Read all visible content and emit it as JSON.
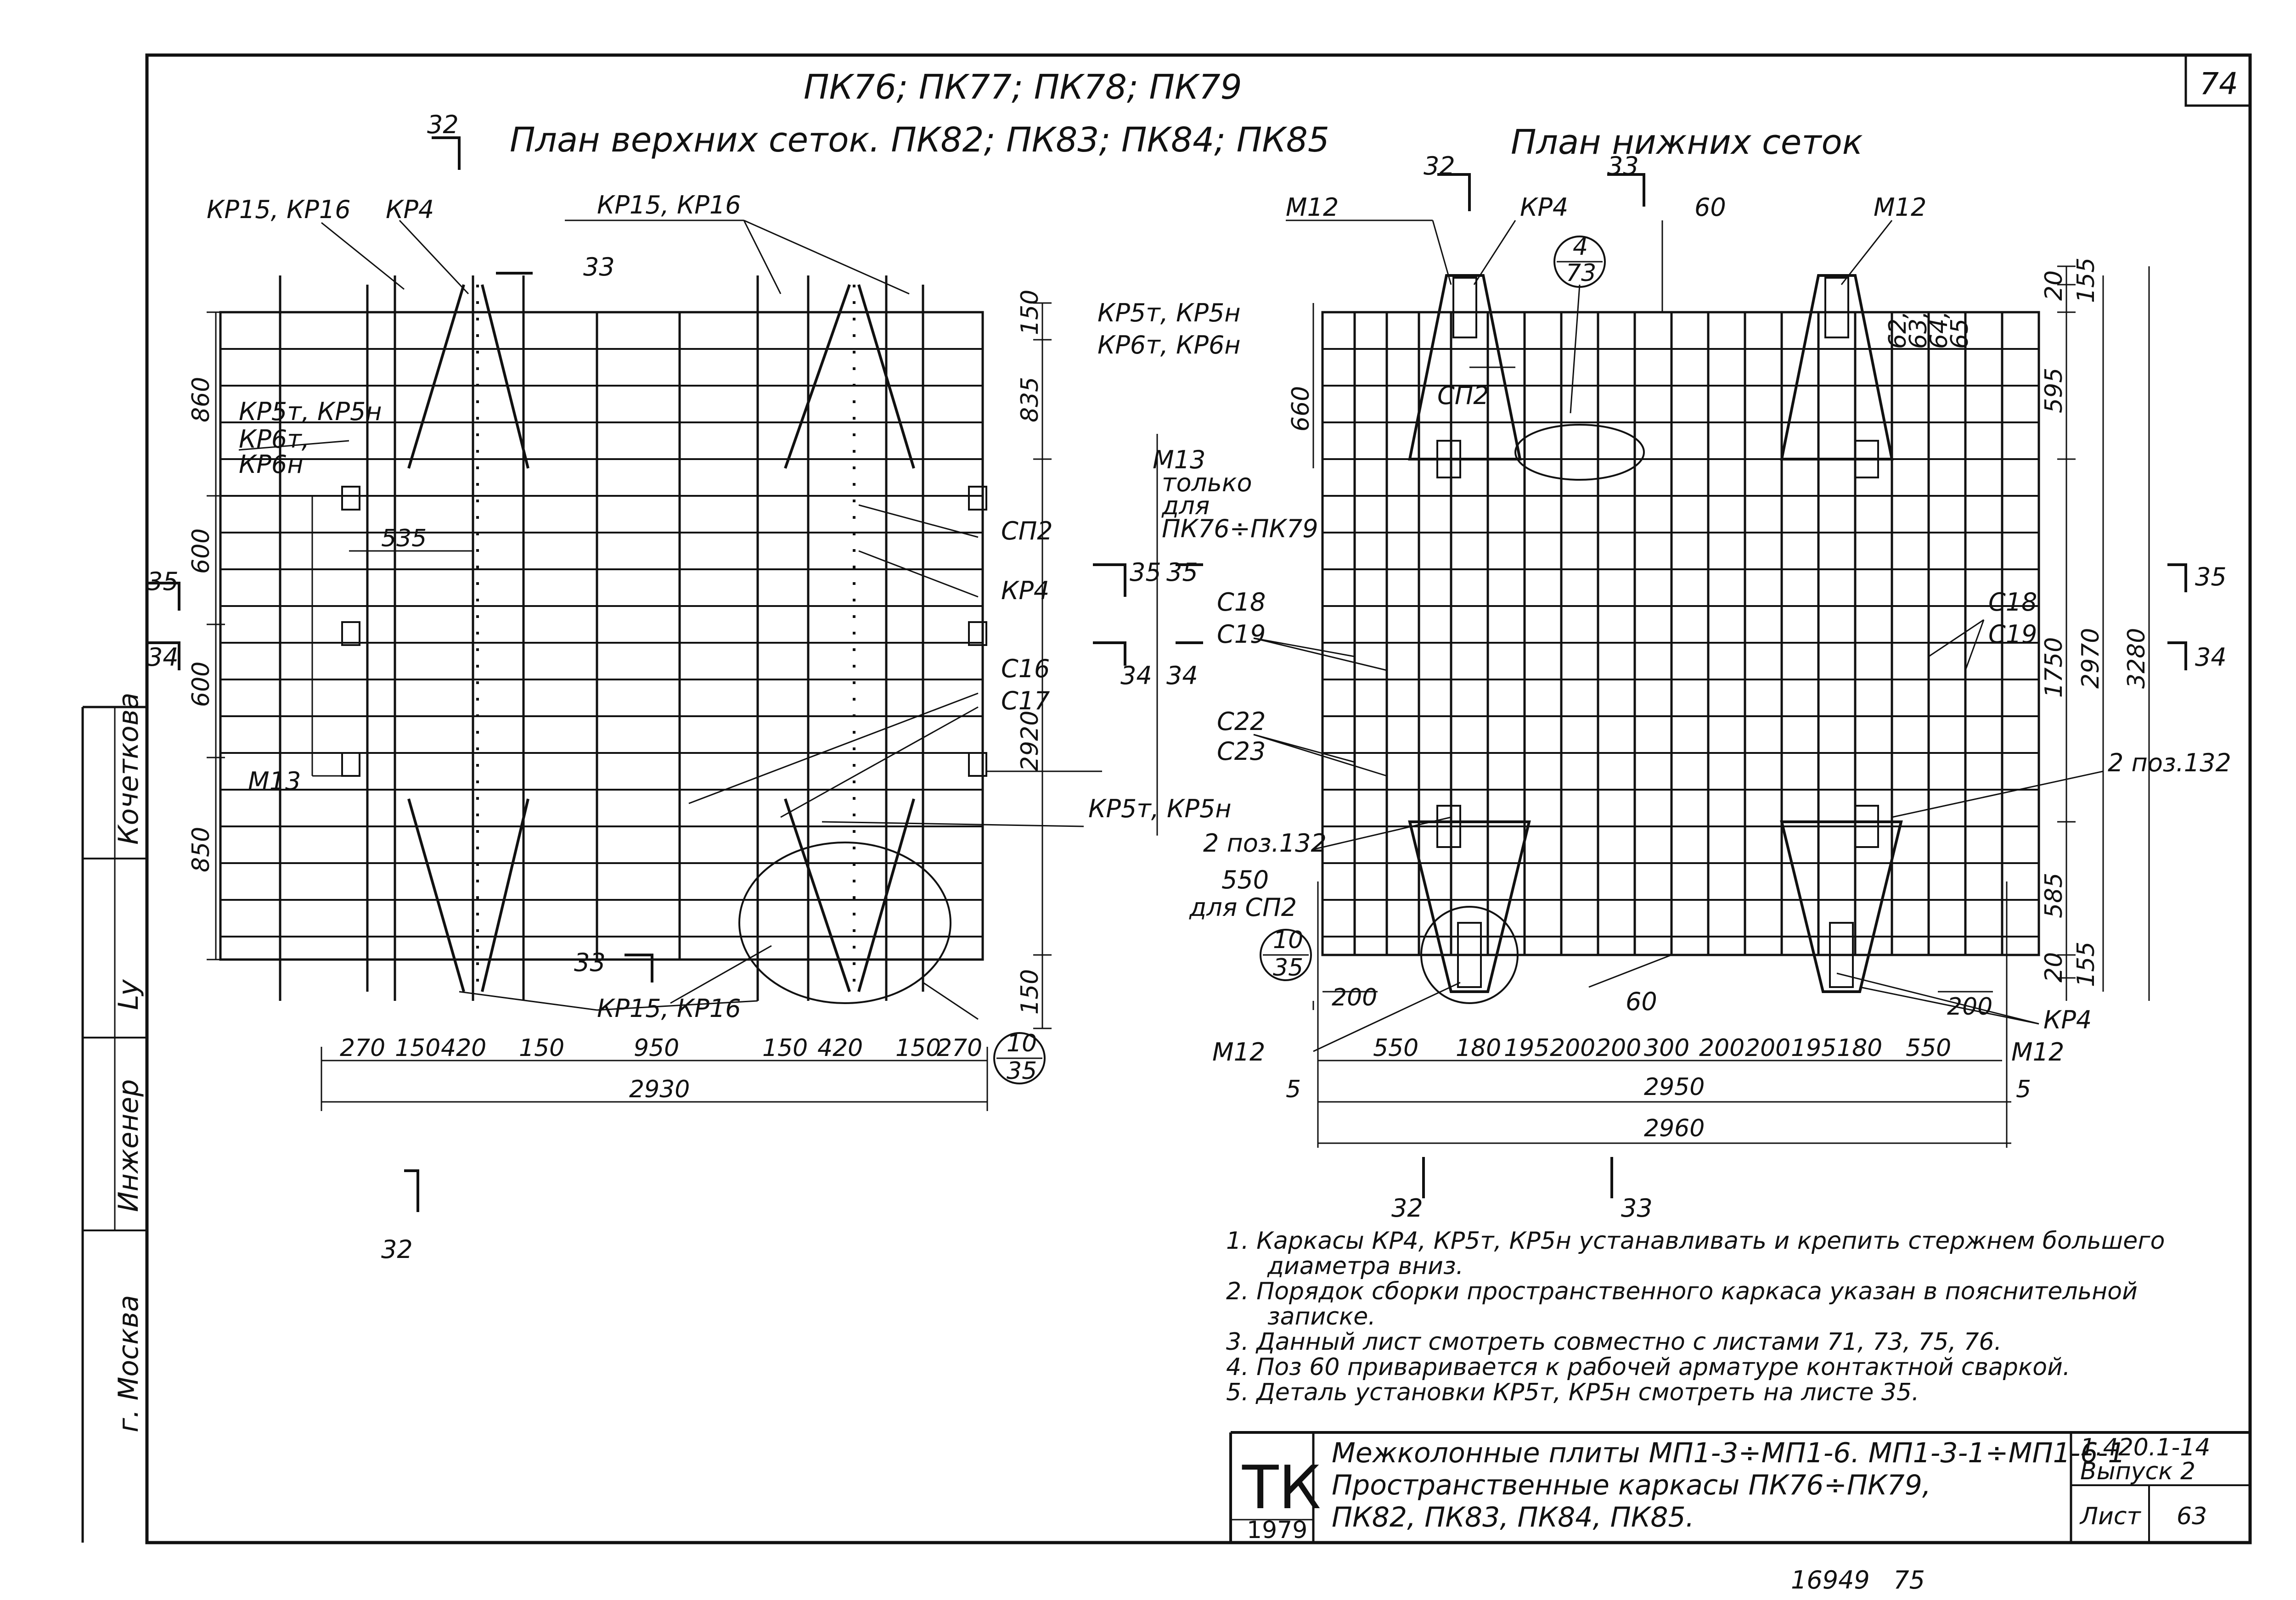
{
  "sheet": {
    "page_number": "74",
    "bottom_text": "16949   75"
  },
  "titles": {
    "upper_line1": "ПК76; ПК77; ПК78; ПК79",
    "upper_line2": "План верхних сеток. ПК82; ПК83; ПК84; ПК85",
    "lower": "План нижних сеток"
  },
  "section_marks": {
    "s32": "32",
    "s33": "33",
    "s34": "34",
    "s35": "35"
  },
  "left_plan": {
    "labels": {
      "kr15_kr16": "КР15, КР16",
      "kr4": "КР4",
      "kr5t_kr5n": "КР5т, КР5н",
      "kr6t": "КР6т,",
      "kr6n": "КР6н",
      "m13": "М13",
      "m13_only": "только",
      "m13_for": "для",
      "m13_range": "ПК76÷ПК79",
      "sp2": "СП2",
      "c16": "С16",
      "c17": "С17",
      "pos132": "2 поз.132",
      "sp2_550": "550",
      "sp2_for": "для СП2"
    },
    "dims_left": [
      "860",
      "600",
      "600",
      "850"
    ],
    "dim_535": "535",
    "dims_right": [
      "150",
      "835",
      "2920",
      "150"
    ],
    "dims_bottom": [
      "270",
      "150",
      "420",
      "150",
      "950",
      "150",
      "420",
      "150",
      "270"
    ],
    "total": "2930",
    "detail_num": "10",
    "detail_sheet": "35"
  },
  "right_plan": {
    "labels": {
      "m12": "М12",
      "kr4": "КР4",
      "c60": "60",
      "kr5t_kr5n": "КР5т, КР5н",
      "kr6t_kr6n": "КР6т, КР6н",
      "sp2": "СП2",
      "c18": "С18",
      "c19": "С19",
      "c22": "С22",
      "c23": "С23",
      "pos132": "2 поз.132",
      "pos_list": [
        "62,",
        "63,",
        "64,",
        "65"
      ],
      "d200": "200"
    },
    "detail_top_num": "4",
    "detail_top_sheet": "73",
    "detail_bot_num": "10",
    "detail_bot_sheet": "35",
    "dim_660": "660",
    "dims_right": [
      "20",
      "155",
      "595",
      "1750",
      "585",
      "20",
      "155"
    ],
    "dim_2970": "2970",
    "dim_3280": "3280",
    "dims_bottom": [
      "550",
      "180",
      "195",
      "200",
      "200",
      "300",
      "200",
      "200",
      "195",
      "180",
      "550"
    ],
    "dim_5a": "5",
    "dim_5b": "5",
    "total_inner": "2950",
    "total_outer": "2960"
  },
  "notes": [
    "1. Каркасы КР4, КР5т, КР5н устанавливать и крепить стержнем большего",
    "диаметра вниз.",
    "2. Порядок сборки пространственного каркаса указан в пояснительной",
    "записке.",
    "3. Данный лист смотреть совместно с листами 71, 73, 75, 76.",
    "4. Поз 60 приваривается к рабочей арматуре контактной сваркой.",
    "5. Деталь установки КР5т, КР5н смотреть на листе 35."
  ],
  "side_stamp": {
    "city": "г. Москва",
    "role1": "Инженер",
    "name1": "Кочеткова",
    "sign": "Ly"
  },
  "title_block": {
    "logo": "ТК",
    "year": "1979",
    "line1": "Межколонные плиты МП1-3÷МП1-6. МП1-3-1÷МП1-6-1",
    "line2": "Пространственные каркасы ПК76÷ПК79,",
    "line3": "ПК82, ПК83, ПК84, ПК85.",
    "code": "1.420.1-14",
    "issue": "Выпуск 2",
    "sheet_label": "Лист",
    "sheet_no": "63"
  }
}
